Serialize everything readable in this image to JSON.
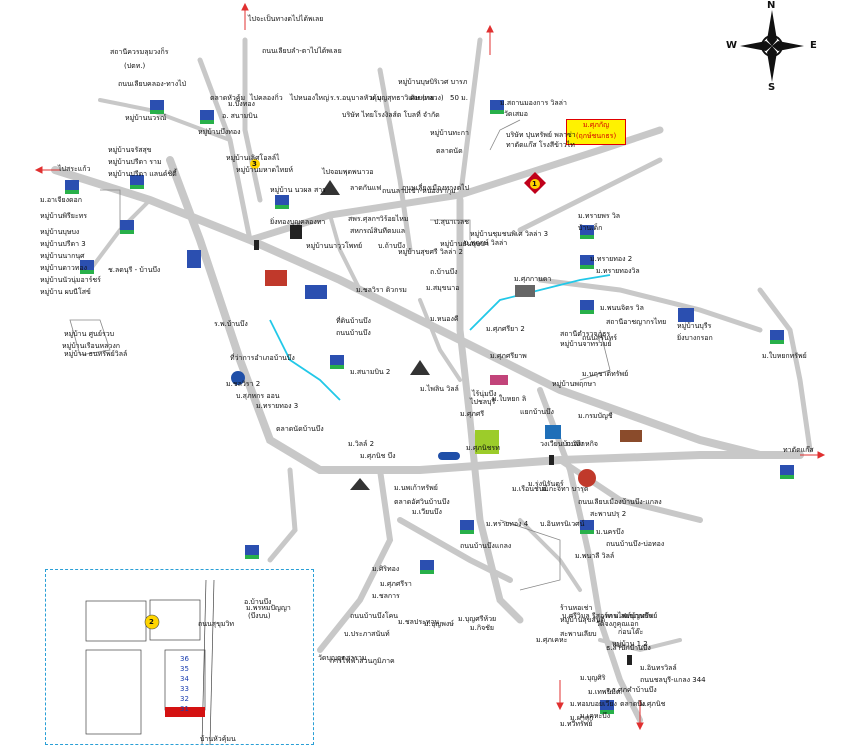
{
  "compass": {
    "n": "N",
    "s": "S",
    "e": "E",
    "w": "W"
  },
  "highlight": {
    "line1": "ม.ศุภกัญ",
    "line2": "(ฤกษ์ชนกธร)"
  },
  "markers": {
    "one": "1",
    "two": "2",
    "three": "3"
  },
  "labels": [
    "ไปจะเป็นทางตไปได้พเลย",
    "ถนนเลียบลำ-ตาไปได้พเลย",
    "สถานีควรมลุมวงก็ร",
    "(ปตท.)",
    "ถนนเลียบคลอง-ทางไป่",
    "หมู่บ้านนวรณ์",
    "ม.บึงทอง",
    "อ. สนามบิน",
    "หมู่บ้านบึงทอง",
    "หมู่บ้านบุษบิริเวศ บารภ",
    "บริษัท ไทยโรงงิลส์ต โบลที่ จำกัด",
    "ม.สถานมองการ วิลล่า",
    "วัดเสมอ",
    "หมู่บ้านทะกา",
    "ตลาดนัด",
    "บริษัท ปุนทรัพย์ พลาซ่า",
    "ทาตัดแก๊ส โรงสีข้าวไท",
    "ไปสระแก้ว",
    "หมู่บ้านจรัสสุข",
    "หมู่บ้านปรีดา ราม",
    "หมู่บ้านปรีดา แลนด์ชิตี้",
    "ม.อาเจียงดอก",
    "หมู่บ้านพิรียะทร",
    "หมู่บ้านบุษบง",
    "หมู่บ้านปรีดา 3",
    "หมู่บ้านนากนุศ",
    "หมู่บ้านดาวทอง",
    "หมู่บ้านนัวนุ่มอาร์ชร์",
    "หมู่บ้าน ผบนีโสข์",
    "ช.ลดนุรี - บ้านบึง",
    "หมู่บ้าน ศูนย์รวบ",
    "หมู่บ้าน ธนทรัพย์วิลล์",
    "หมู่บ้านเรือนหลวงก",
    "หมู่บ้านเลิศโอลล์ไ",
    "หมู่บ้านมหาดไทยห์",
    "หมู่บ้าน นวผล สาร",
    "ยิ่งทองบุญคลองทา",
    "ไปจอมพุดพนาวอ",
    "หมู่บ้านนาวุวโพทย์",
    "ลาดกันแฟ",
    "ถนนลาบเข้า-หนองรากุ่ม",
    "ป.สุนาเวลช",
    "ม.ทรายพร วิล",
    "บ้านเด็ก",
    "หมู่บ้านธันบุษบา",
    "ถนนเลี่ยงเมืองทางตไป",
    "สพร.ศุลกฯวิร้อยไหม",
    "สหกรณ์สินทีตมแล",
    "บ.ถ้าบบึง",
    "หมู่บ้านสุขศรี วิลล่า 2",
    "หมู่บ้านชุมชนพิเศ วิลล่า 3",
    "ม.พฤกษ์ วิลล่า",
    "ถ.บ้านบึง",
    "ม.สมุขนาอ",
    "ม.ศุภกานดา",
    "ม.ทรายทอง 2",
    "ม.ทรายทองวิล",
    "ม.พนนจิตร วิล",
    "สถานีอาชญากรไทย",
    "ถนนสุรินทร์",
    "ม.หนองคี",
    "ม.ศุภศรียา 2",
    "ม.ศุภศรียาพ",
    "ม.นฤชาติทรัพย์",
    "หมู่บ้านพฤกษา",
    "หมู่บ้านบุรีร",
    "ยิ่งบางกรอก",
    "ร.พ.บ้านบึง",
    "ที่ว่าการอำเภอบ้านบึง",
    "ที่ดินบ้านบึง",
    "ถนนบ้านบึง",
    "ม.ชลวิรา ดิวกรม",
    "ม.ชลวิรา 2",
    "บ.สุภหกร ออน",
    "ม.สนามบิน 2",
    "ม.ไพลิน วิลล์",
    "ไร้นุ่มบึง",
    "ม.ใบหยก ลิ",
    "ม.ทรายทอง 3",
    "ตลาดนัดบ้านบึง",
    "สถานีตำรวจภูธร",
    "หมู่บ้านจาทรวมย์",
    "ม.กรมบัญชี",
    "ม.ศุภศรี",
    "ม.ใบหยกทรัพย์",
    "ทาตัดแก๊ส",
    "ม.เรือนชนม์",
    "ม.กะจิทา บารุต",
    "ไปชลบุรี",
    "แยกบ้านบึง",
    "วงเวียนบ้านบึง",
    "ม.วิสาหกิจ",
    "ม.วิลล์ 2",
    "ม.ศุภนิช บึง",
    "ม.ศุภนิชรท",
    "ม.นพเก้าทรัพย์",
    "ตลาดอัศวินบ้านบึง",
    "ถนนเลียบเมืองบ้านบึง-แกลง",
    "สะพานปรุ 2",
    "ม.เวียนบึง",
    "ม.รุ่งนิรันดร์",
    "บ.อินทรนิเวศน์",
    "ม.ทรายทอง 4",
    "ม.นครบึง",
    "ถนนบ้านบึง-บ่อทอง",
    "ถนนบ้านบึงแกลง",
    "ม.พนาลี วิลล์",
    "ม.ศิริทอง",
    "ม.ศุภศรีรา",
    "ม.ชลการ",
    "ร้านหอเช่า",
    "หมู่บ้านสุขสันต์",
    "ลานไฟท์บ้านบึง",
    "ก่อนโด๊ะ",
    "วัดจงภูคุณเอก",
    "ม.อินทรวิลล์",
    "ตลาดบึง",
    "ม.ทอมบอยเวียง",
    "ม.เคหะบึง",
    "ม.บุญศิริ",
    "ถนนชลบุรี-แกลง 344",
    "ธ.สำนักบ้านบึง",
    "ร.ร.ศุภคำบ้านบึง",
    "วัดบุญตุดสาราม",
    "(บึงบน)",
    "ถนนสุขุมวิท",
    "ม.พรหมปัญญา",
    "ม.บุญศรีห้วย",
    "สะพานเลียบ",
    "ม.ศุภเคหะ",
    "ถนนบ้านบึงโคน",
    "ม.ชลประทาน",
    "บ.ประภาสนันท์",
    "ม.บุญพงษ์",
    "ม.กิจชัย",
    "บ.ศรีวิมล รีสอร์ท",
    "ม.สมบุญทรัพย์",
    "หมู่บ้าน 1,2",
    "ม.เทพนิมิต",
    "ม.ทวีทรัพย์",
    "ม.ศุภนิช",
    "ม.ผาสุก",
    "การไฟฟ้าส่วนภูมิภาค",
    "อ.บ้านบึง",
    "บ้านหัวคุ้มน",
    "ตลาดหัวคุ้ม",
    "ไปคลองกิ่ว",
    "ไปหนองใหญ่",
    "ร.ร.อนุบาลหัวคุ้ม",
    "ม.บุญสุทธาวิเศษ (หลวง)",
    "ผังขยาย",
    "50 ม."
  ],
  "inset_units": [
    "36",
    "35",
    "34",
    "33",
    "32",
    "31"
  ]
}
